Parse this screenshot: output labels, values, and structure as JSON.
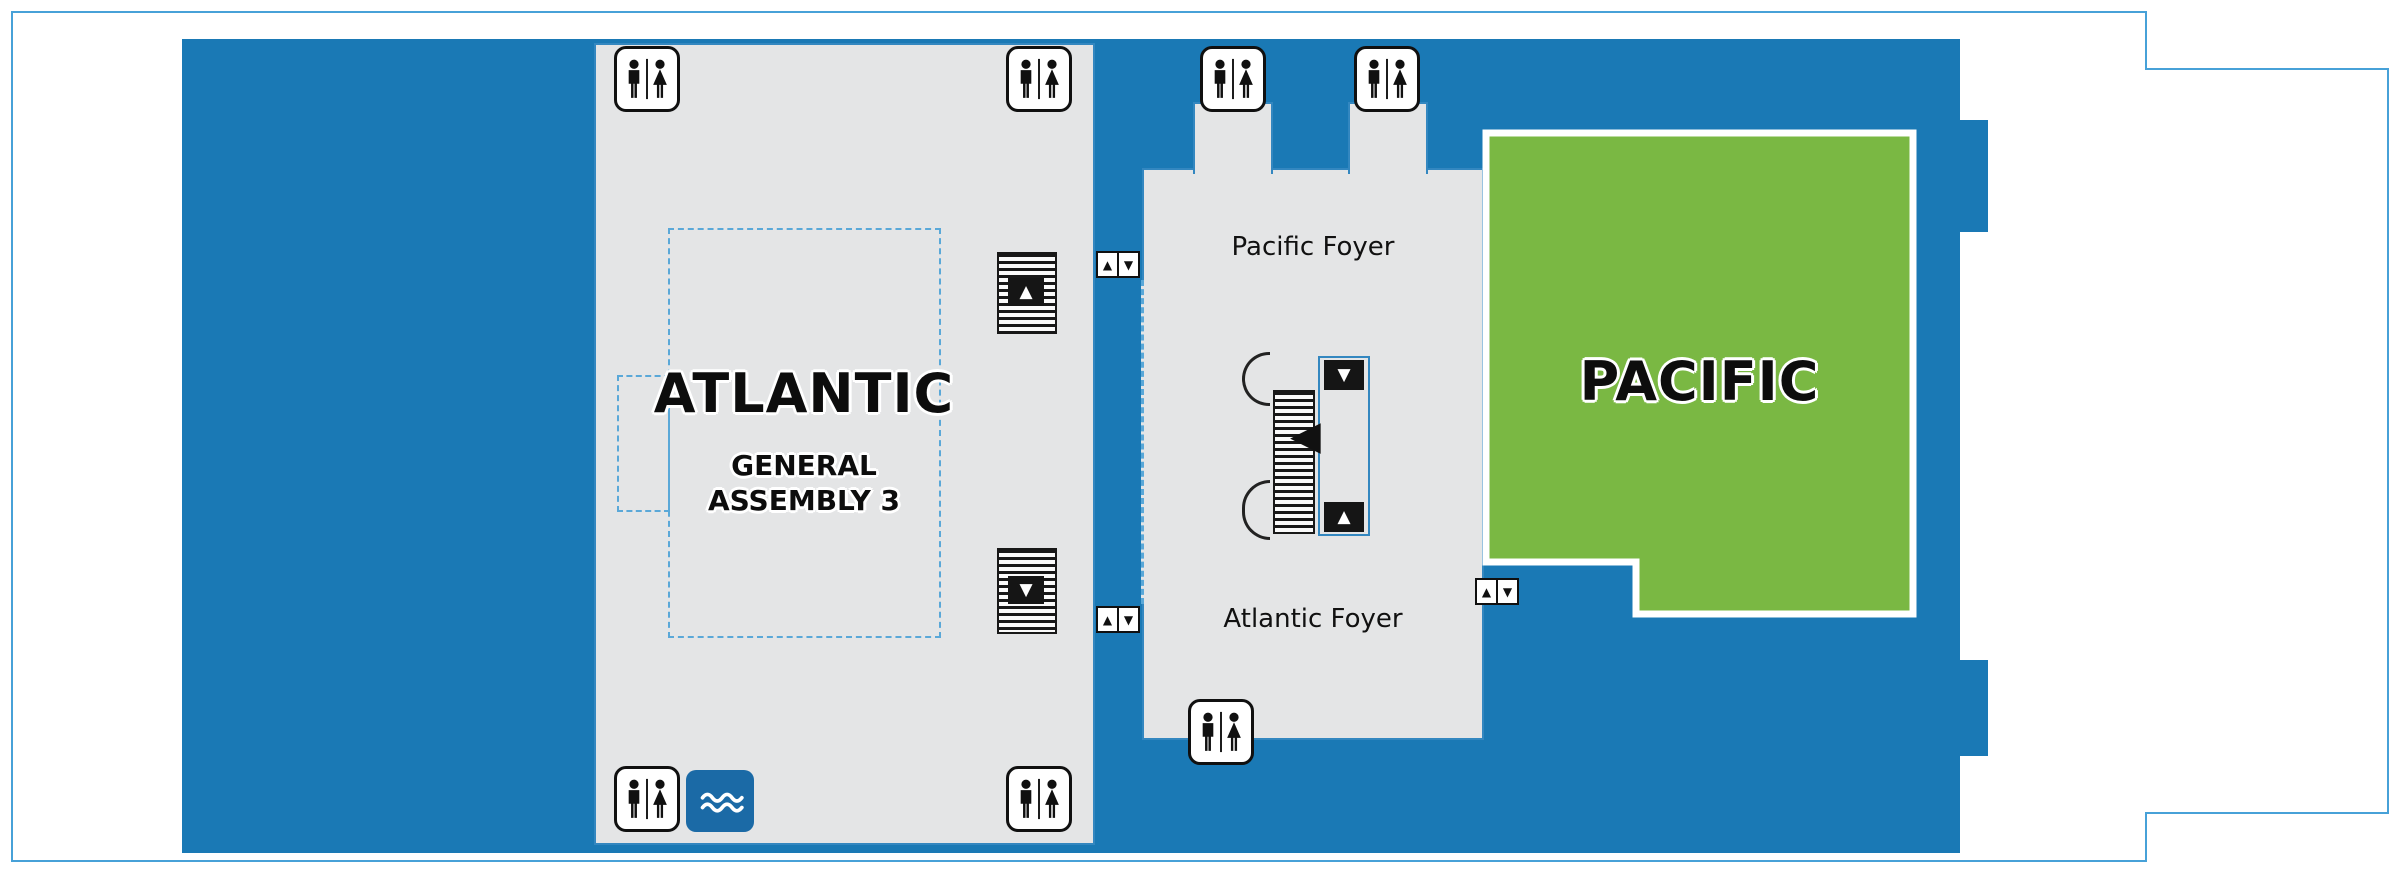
{
  "map": {
    "rooms": {
      "atlantic": {
        "name": "ATLANTIC",
        "subtitle_line1": "GENERAL",
        "subtitle_line2": "ASSEMBLY 3"
      },
      "pacific": {
        "name": "PACIFIC"
      }
    },
    "foyers": {
      "pacific": "Pacific Foyer",
      "atlantic": "Atlantic Foyer"
    }
  },
  "icons": {
    "arrow_up": "▲",
    "arrow_down": "▼",
    "arrow_left": "◀",
    "restroom": "restroom-men-women-icon",
    "water_feature": "waves-icon"
  },
  "colors": {
    "water_blue": "#1a79b5",
    "room_gray": "#e4e5e6",
    "pacific_green": "#7ab843",
    "outline_blue": "#3387c0",
    "wave_tile_blue": "#1b6aa6"
  }
}
